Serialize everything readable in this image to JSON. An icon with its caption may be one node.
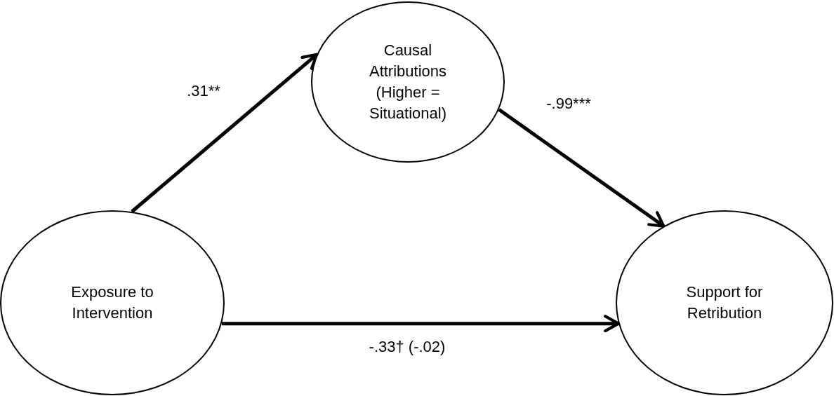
{
  "diagram": {
    "nodes": [
      {
        "text": [
          "Causal Attributions (Higher = Situational)"
        ]
      },
      {
        "text": [
          "Exposure to Intervention"
        ]
      },
      {
        "text": [
          "Support for Retribution"
        ]
      }
    ],
    "edges": [
      {
        "from": 1,
        "to": 0,
        "arrow": "to",
        "label": ".31**"
      },
      {
        "from": 0,
        "to": 2,
        "arrow": "to",
        "label": "-.99***"
      },
      {
        "from": 1,
        "to": 2,
        "arrow": "to",
        "label": "-.33† (-.02)"
      }
    ]
  }
}
